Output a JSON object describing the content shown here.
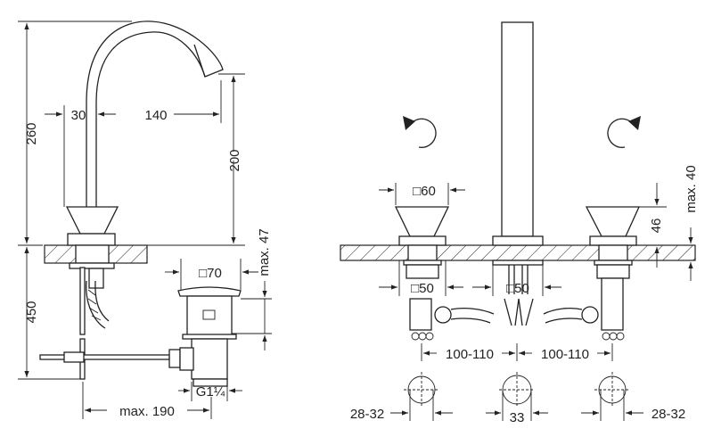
{
  "left_view": {
    "dim_total_height": "260",
    "dim_spout_width": "30",
    "dim_spout_reach": "140",
    "dim_spout_height": "200",
    "dim_below_counter": "450",
    "dim_drain_max": "max. 47",
    "dim_drain_cap": "□70",
    "dim_drain_thread": "G1¼",
    "dim_rod_max": "max. 190"
  },
  "right_view": {
    "dim_handle_top": "□60",
    "dim_base_left": "□50",
    "dim_base_center": "□50",
    "dim_handle_height": "46",
    "dim_counter_max": "max. 40",
    "dim_spacing_left": "100-110",
    "dim_spacing_right": "100-110",
    "dim_hole_left": "28-32",
    "dim_hole_center": "33",
    "dim_hole_right": "28-32"
  }
}
